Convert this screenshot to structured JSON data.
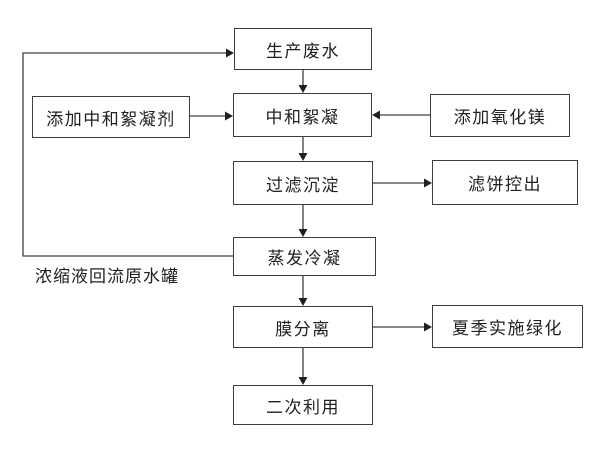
{
  "flowchart": {
    "nodes": {
      "production_wastewater": "生产废水",
      "add_neutralizing_flocculant": "添加中和絮凝剂",
      "neutralization_flocculation": "中和絮凝",
      "add_magnesium_oxide": "添加氧化镁",
      "filtration_sedimentation": "过滤沉淀",
      "filter_cake_discharge": "滤饼控出",
      "evaporation_condensation": "蒸发冷凝",
      "membrane_separation": "膜分离",
      "summer_greening": "夏季实施绿化",
      "secondary_use": "二次利用"
    },
    "edge_label": "浓缩液回流原水罐",
    "edges": [
      {
        "from": "生产废水",
        "to": "中和絮凝"
      },
      {
        "from": "添加中和絮凝剂",
        "to": "中和絮凝"
      },
      {
        "from": "添加氧化镁",
        "to": "中和絮凝"
      },
      {
        "from": "中和絮凝",
        "to": "过滤沉淀"
      },
      {
        "from": "过滤沉淀",
        "to": "滤饼控出"
      },
      {
        "from": "过滤沉淀",
        "to": "蒸发冷凝"
      },
      {
        "from": "蒸发冷凝",
        "to": "生产废水",
        "label": "浓缩液回流原水罐"
      },
      {
        "from": "蒸发冷凝",
        "to": "膜分离"
      },
      {
        "from": "膜分离",
        "to": "夏季实施绿化"
      },
      {
        "from": "膜分离",
        "to": "二次利用"
      }
    ],
    "colors": {
      "background": "#ffffff",
      "line": "#404040",
      "box_border": "#3d3d3d",
      "text": "#1f1f1f"
    }
  }
}
